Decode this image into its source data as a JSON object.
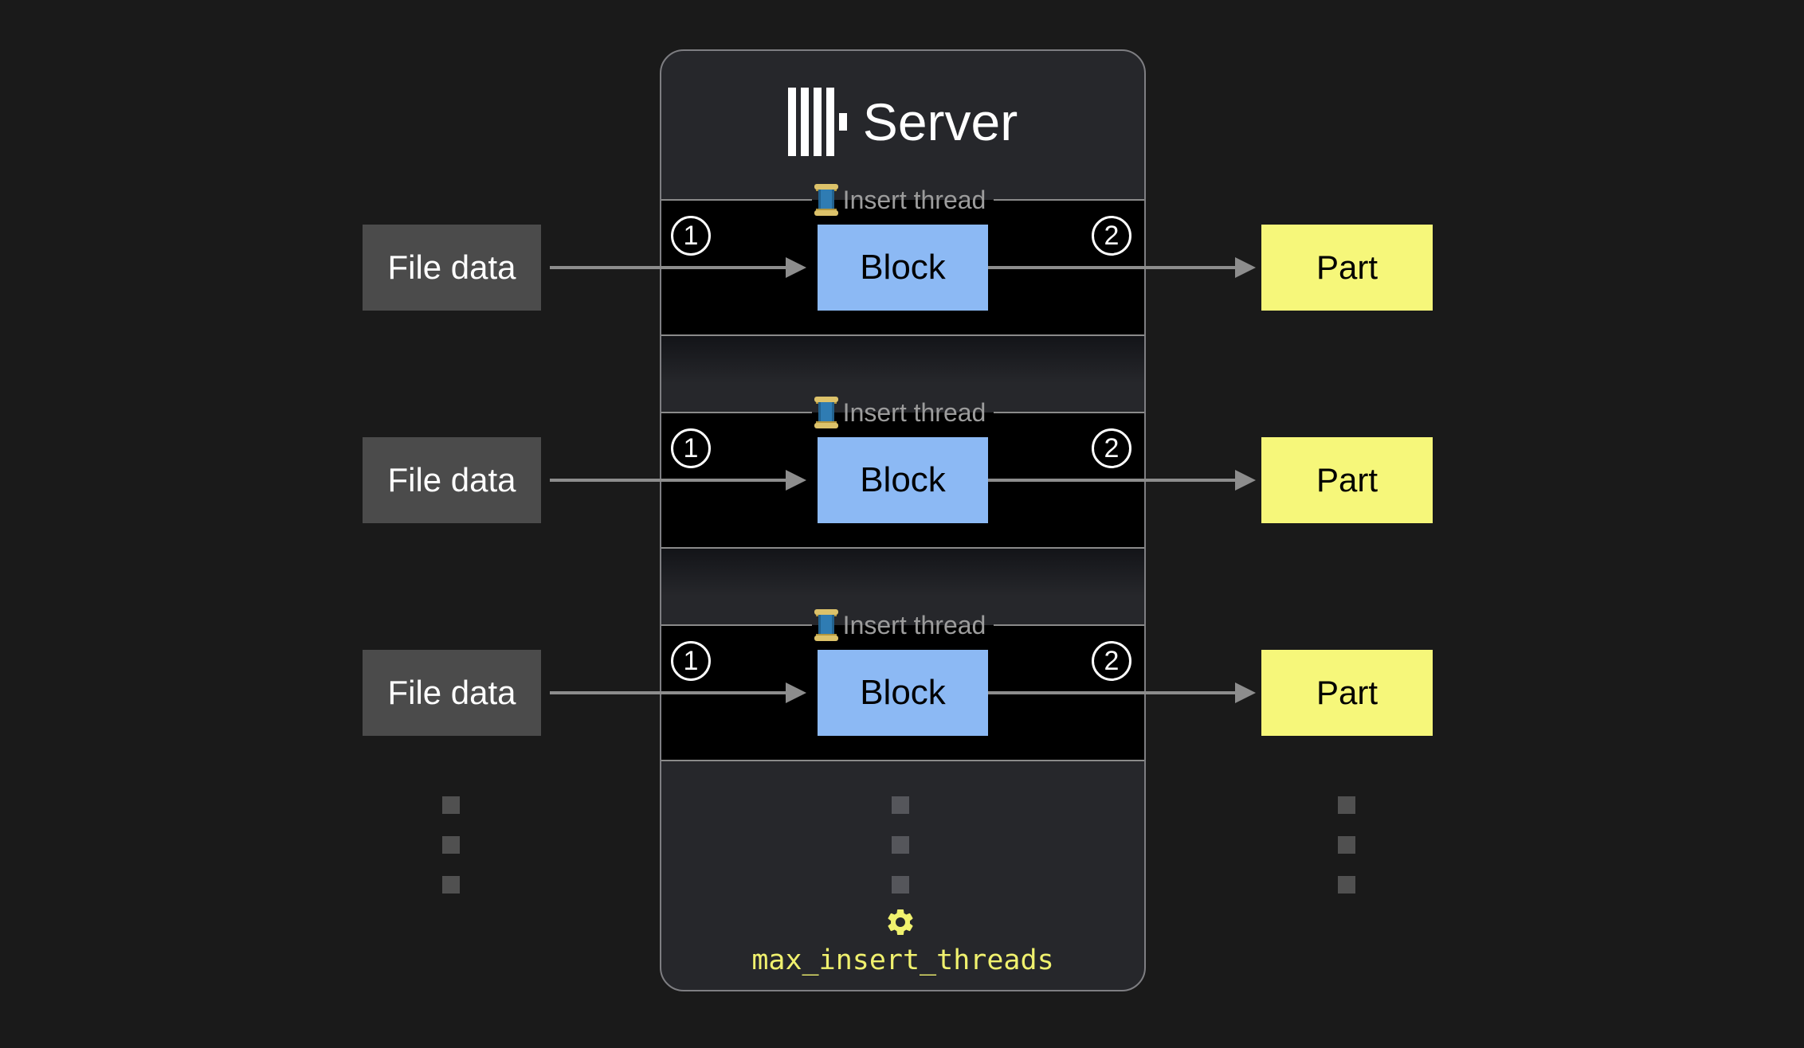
{
  "colors": {
    "page_bg": "#1a1a1a",
    "panel_bg": "#26272b",
    "panel_border": "#7e7e82",
    "thread_box_bg": "#000000",
    "divider_gray": "#8a8a8a",
    "block_fill": "#8cb9f4",
    "part_fill": "#f6f77a",
    "file_fill": "#4b4b4b",
    "arrow_gray": "#8d8d8d",
    "accent_yellow": "#f0f16e",
    "legend_text": "#9c9c9c"
  },
  "server": {
    "logo_icon": "clickhouse-bars-logo",
    "title": "Server",
    "setting": {
      "icon": "gear-icon",
      "label": "max_insert_threads"
    }
  },
  "rows": [
    {
      "file_label": "File data",
      "thread_icon": "thread-spool-icon",
      "thread_label": "Insert thread",
      "step_in": "1",
      "block_label": "Block",
      "step_out": "2",
      "part_label": "Part"
    },
    {
      "file_label": "File data",
      "thread_icon": "thread-spool-icon",
      "thread_label": "Insert thread",
      "step_in": "1",
      "block_label": "Block",
      "step_out": "2",
      "part_label": "Part"
    },
    {
      "file_label": "File data",
      "thread_icon": "thread-spool-icon",
      "thread_label": "Insert thread",
      "step_in": "1",
      "block_label": "Block",
      "step_out": "2",
      "part_label": "Part"
    }
  ]
}
